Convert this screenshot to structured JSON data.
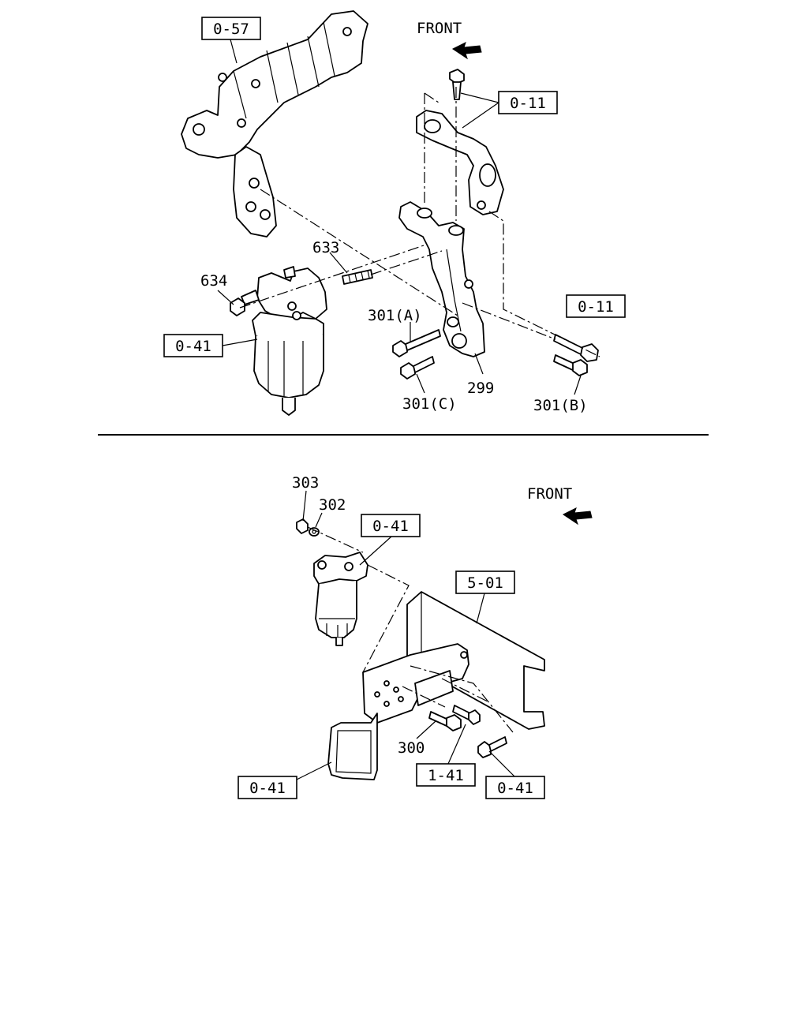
{
  "upper_view": {
    "front_label": "FRONT",
    "ref_boxes": [
      "0-57",
      "0-11",
      "0-11",
      "0-41"
    ],
    "part_numbers": [
      "633",
      "634",
      "301(A)",
      "299",
      "301(C)",
      "301(B)"
    ]
  },
  "lower_view": {
    "front_label": "FRONT",
    "ref_boxes": [
      "0-41",
      "5-01",
      "1-41",
      "0-41",
      "0-41"
    ],
    "part_numbers": [
      "303",
      "302",
      "300"
    ]
  }
}
